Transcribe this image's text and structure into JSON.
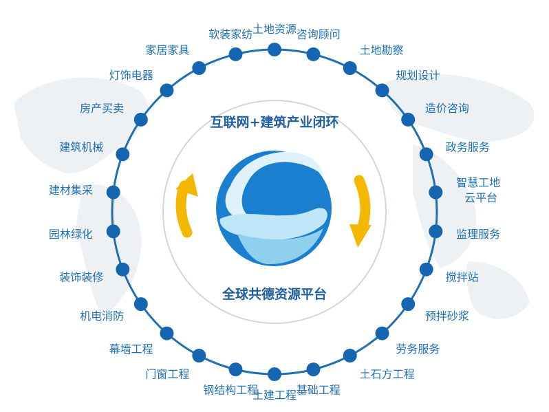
{
  "diagram": {
    "top_title": "互联网+建筑产业闭环",
    "bottom_title": "全球共德资源平台",
    "nodes": [
      {
        "label": "土地资源"
      },
      {
        "label": "咨询顾问"
      },
      {
        "label": "土地勘察"
      },
      {
        "label": "规划设计"
      },
      {
        "label": "造价咨询"
      },
      {
        "label": "政务服务"
      },
      {
        "label": "智慧工地",
        "label2": "云平台"
      },
      {
        "label": "监理服务"
      },
      {
        "label": "搅拌站"
      },
      {
        "label": "预拌砂浆"
      },
      {
        "label": "劳务服务"
      },
      {
        "label": "土石方工程"
      },
      {
        "label": "基础工程"
      },
      {
        "label": "土建工程"
      },
      {
        "label": "钢结构工程"
      },
      {
        "label": "门窗工程"
      },
      {
        "label": "幕墙工程"
      },
      {
        "label": "机电消防"
      },
      {
        "label": "装饰装修"
      },
      {
        "label": "园林绿化"
      },
      {
        "label": "建材集采"
      },
      {
        "label": "建筑机械"
      },
      {
        "label": "房产买卖"
      },
      {
        "label": "灯饰电器"
      },
      {
        "label": "家居家具"
      },
      {
        "label": "软装家纺"
      }
    ]
  },
  "colors": {
    "ring": "#1f6fb3",
    "node": "#1565b0",
    "label": "#1f6fb3",
    "arrow": "#f5b800",
    "logo_blue": "#1b7fd0",
    "logo_light": "#bfe6f7",
    "inner_circle": "#cfd6dc",
    "map": "#eef1f4"
  }
}
